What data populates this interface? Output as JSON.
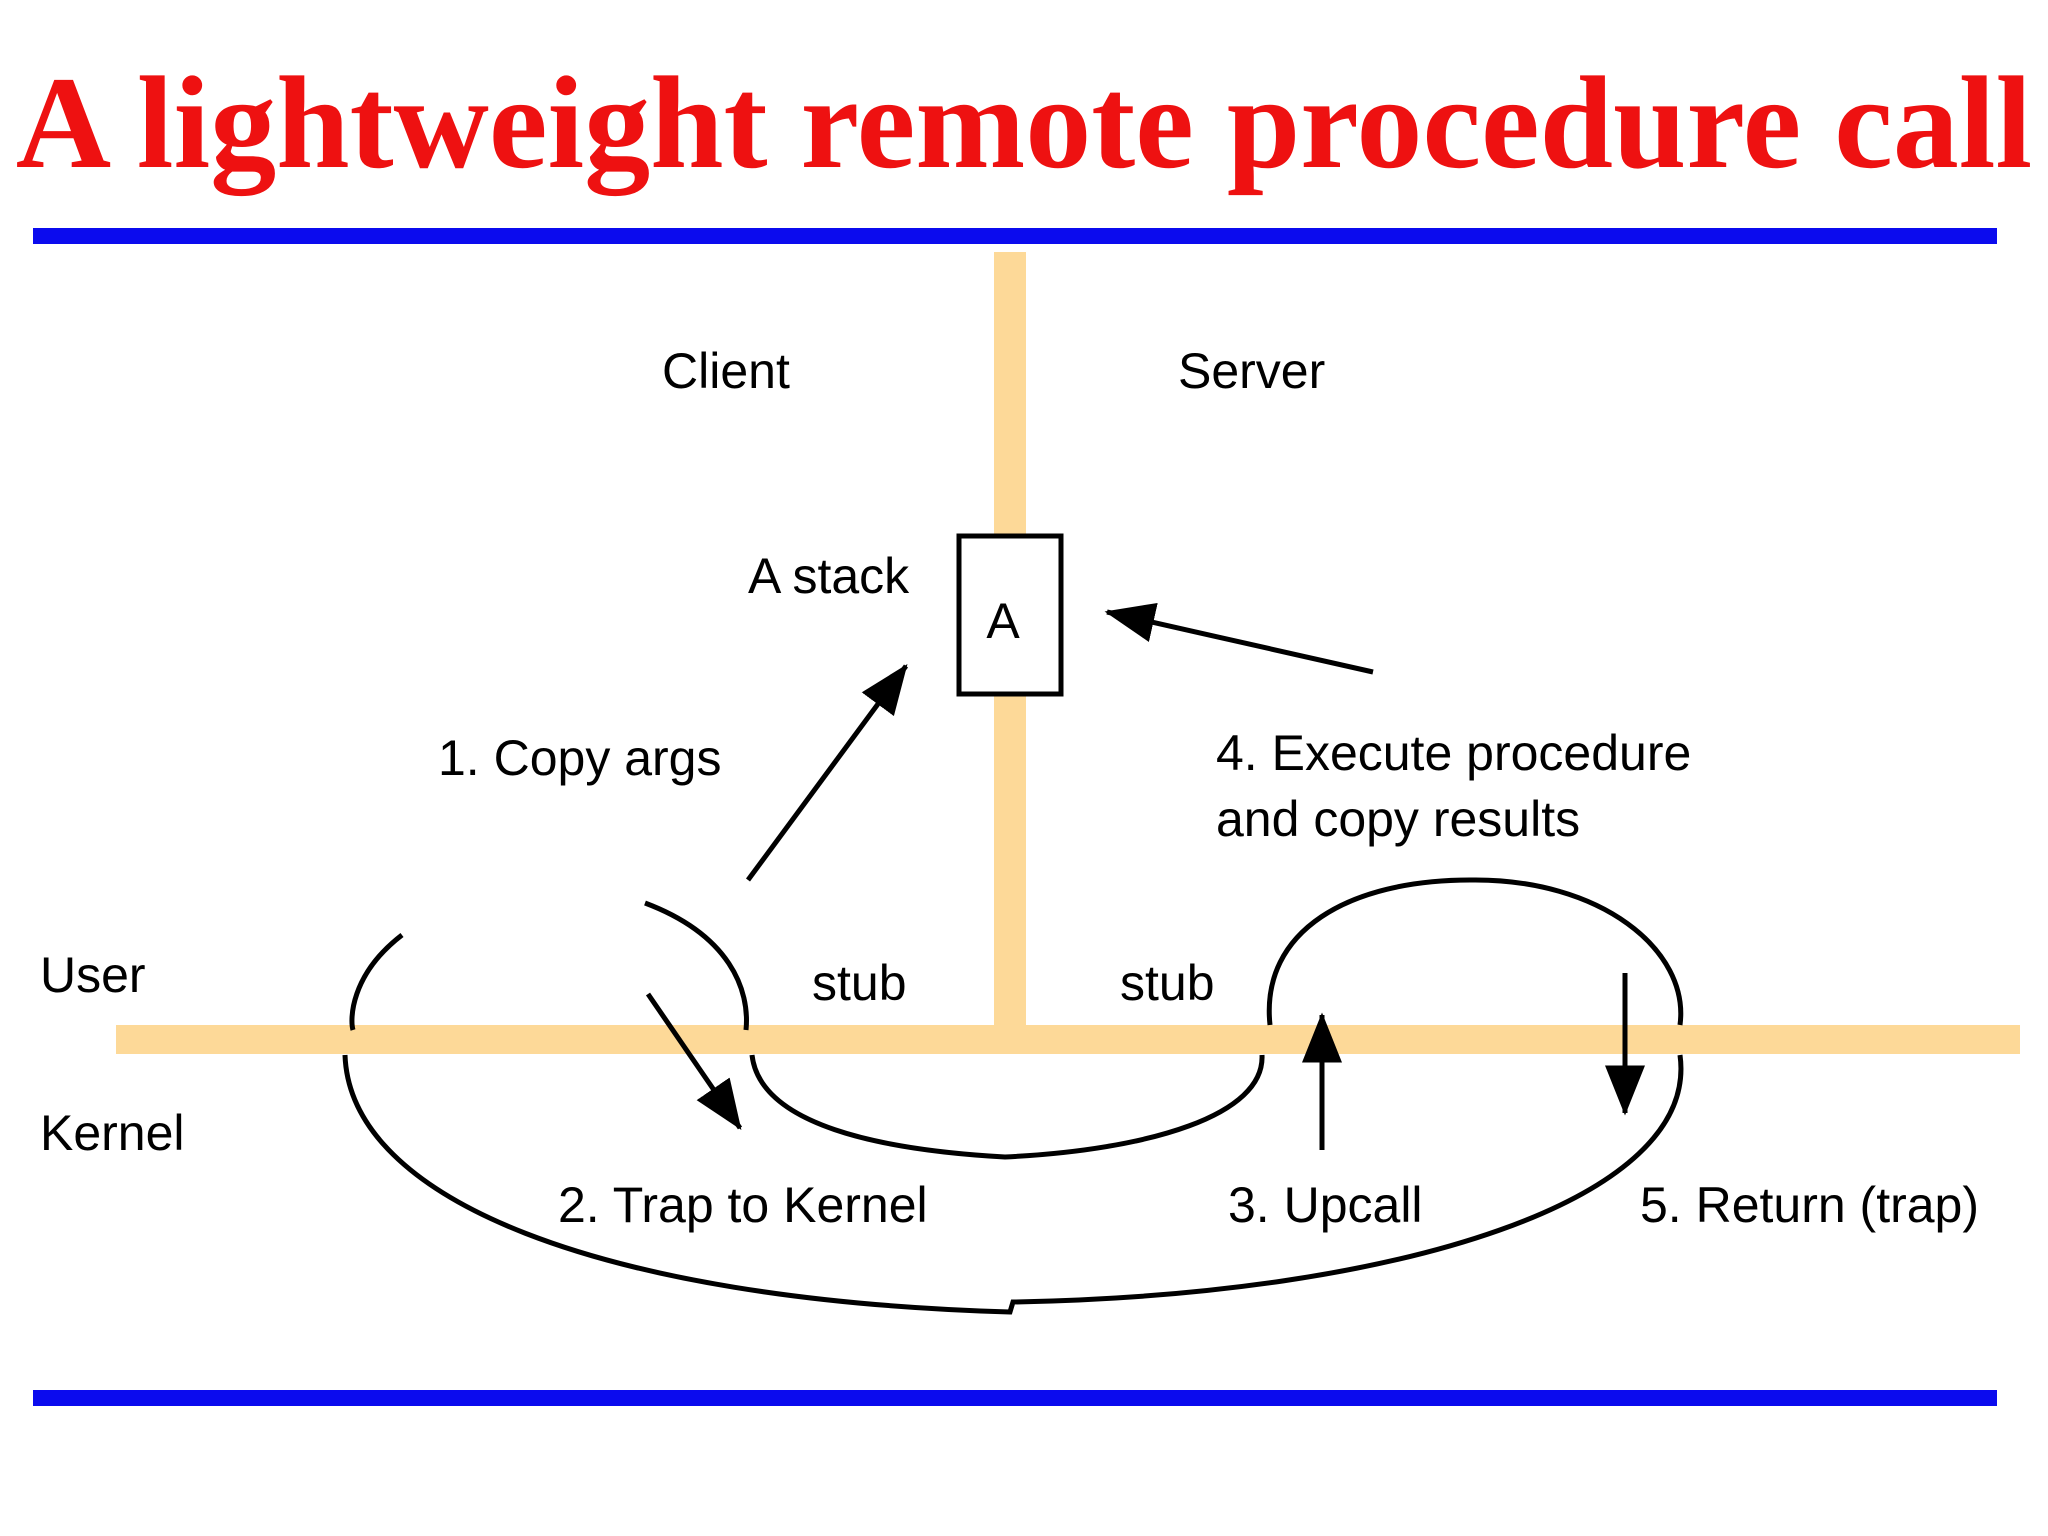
{
  "title": "A lightweight remote procedure call",
  "colors": {
    "title": "#ee1111",
    "rules": "#0b0bee",
    "divider": "#fdd998",
    "lines": "#000000",
    "background": "#ffffff"
  },
  "diagram": {
    "regions": {
      "client": "Client",
      "server": "Server",
      "user": "User",
      "kernel": "Kernel"
    },
    "stack_box": {
      "caption": "A stack",
      "letter": "A"
    },
    "stubs": {
      "client": "stub",
      "server": "stub"
    },
    "steps": [
      {
        "label": "1. Copy args"
      },
      {
        "label": "2. Trap to Kernel"
      },
      {
        "label": "3. Upcall"
      },
      {
        "label": "4. Execute procedure",
        "label_line2": "and copy results"
      },
      {
        "label": "5. Return (trap)"
      }
    ]
  }
}
